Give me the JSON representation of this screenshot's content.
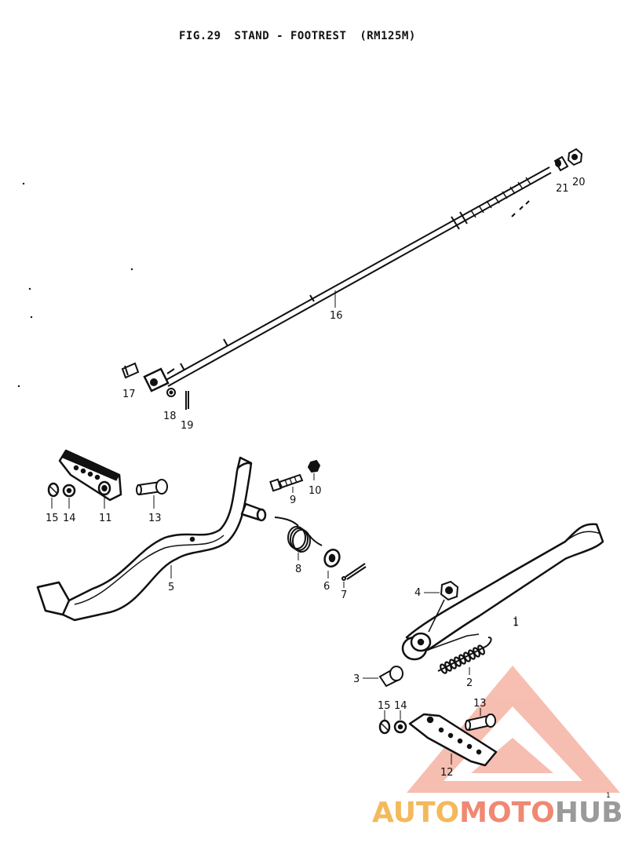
{
  "figure": {
    "fig_no": "FIG.29",
    "title": "STAND - FOOTREST",
    "model": "(RM125M)"
  },
  "labels": {
    "l1": "1",
    "l2": "2",
    "l3": "3",
    "l4": "4",
    "l5": "5",
    "l6": "6",
    "l7": "7",
    "l8": "8",
    "l9": "9",
    "l10": "10",
    "l11": "11",
    "l12": "12",
    "l13a": "13",
    "l13b": "13",
    "l14a": "14",
    "l14b": "14",
    "l15a": "15",
    "l15b": "15",
    "l16": "16",
    "l17": "17",
    "l18": "18",
    "l19": "19",
    "l20": "20",
    "l21": "21"
  },
  "watermark": {
    "part1": "AUTO",
    "part2": "MOTO",
    "part3": "HUB",
    "colors": {
      "auto": "#f4b95b",
      "moto": "#f08873",
      "hub": "#9a9a9a",
      "triangle": "#f08873"
    }
  },
  "corner_mark": "1"
}
